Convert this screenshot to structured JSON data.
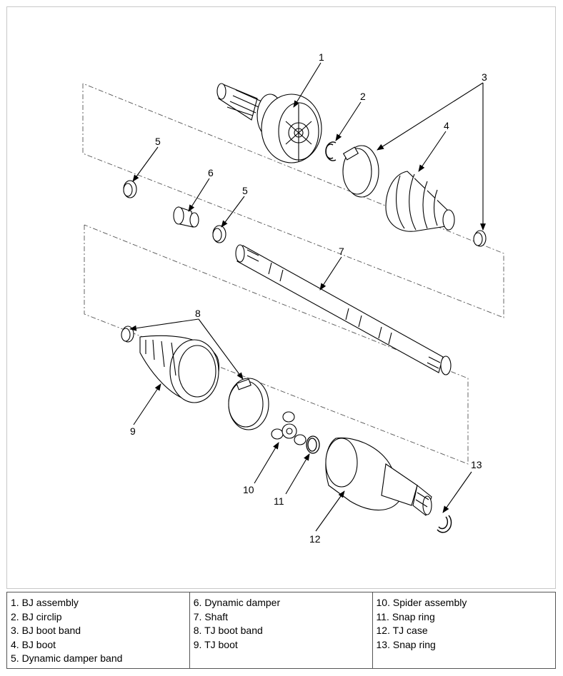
{
  "callouts": [
    "1",
    "2",
    "3",
    "4",
    "5",
    "6",
    "5",
    "7",
    "8",
    "9",
    "10",
    "11",
    "12",
    "13"
  ],
  "legend": {
    "col1": [
      "1. BJ assembly",
      "2. BJ circlip",
      "3. BJ boot band",
      "4. BJ boot",
      "5. Dynamic damper band"
    ],
    "col2": [
      "6. Dynamic damper",
      "7. Shaft",
      "8. TJ boot band",
      "9. TJ boot"
    ],
    "col3": [
      "10. Spider assembly",
      "11. Snap ring",
      "12. TJ case",
      "13. Snap ring"
    ]
  }
}
